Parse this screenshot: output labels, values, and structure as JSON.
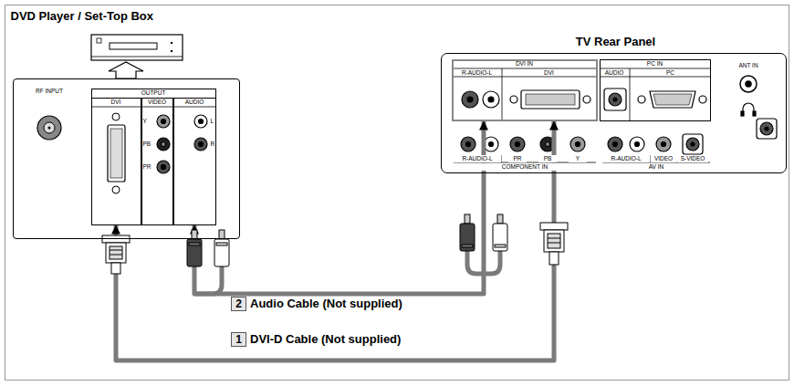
{
  "diagram": {
    "nodes": [
      {
        "text": [
          "DVD Player / Set-Top Box"
        ]
      },
      {
        "text": [
          "OUTPUT"
        ],
        "in": 0
      },
      {
        "text": [
          "DVI"
        ],
        "in": 1
      },
      {
        "text": [
          "VIDEO",
          "Y",
          "PB",
          "PR"
        ],
        "in": 1
      },
      {
        "text": [
          "AUDIO",
          "L",
          "R"
        ],
        "in": 1
      },
      {
        "text": [
          "TV Rear Panel"
        ]
      },
      {
        "text": [
          "DVI IN",
          "R-AUDIO-L",
          "DVI"
        ],
        "in": 5
      },
      {
        "text": [
          "PC IN",
          "AUDIO",
          "PC"
        ],
        "in": 5
      }
    ],
    "edges": [
      {
        "from": 4,
        "to": 6,
        "arrow": "both",
        "label": "Audio Cable (Not supplied)"
      },
      {
        "from": 2,
        "to": 6,
        "arrow": "both",
        "label": "DVI-D Cable (Not supplied)"
      }
    ],
    "labels": [
      "RF INPUT",
      "ANT IN",
      "R-AUDIO-L",
      "PR",
      "PB",
      "Y",
      "COMPONENT IN",
      "R-AUDIO-L",
      "VIDEO",
      "S-VIDEO",
      "AV IN",
      "2",
      "1"
    ]
  }
}
